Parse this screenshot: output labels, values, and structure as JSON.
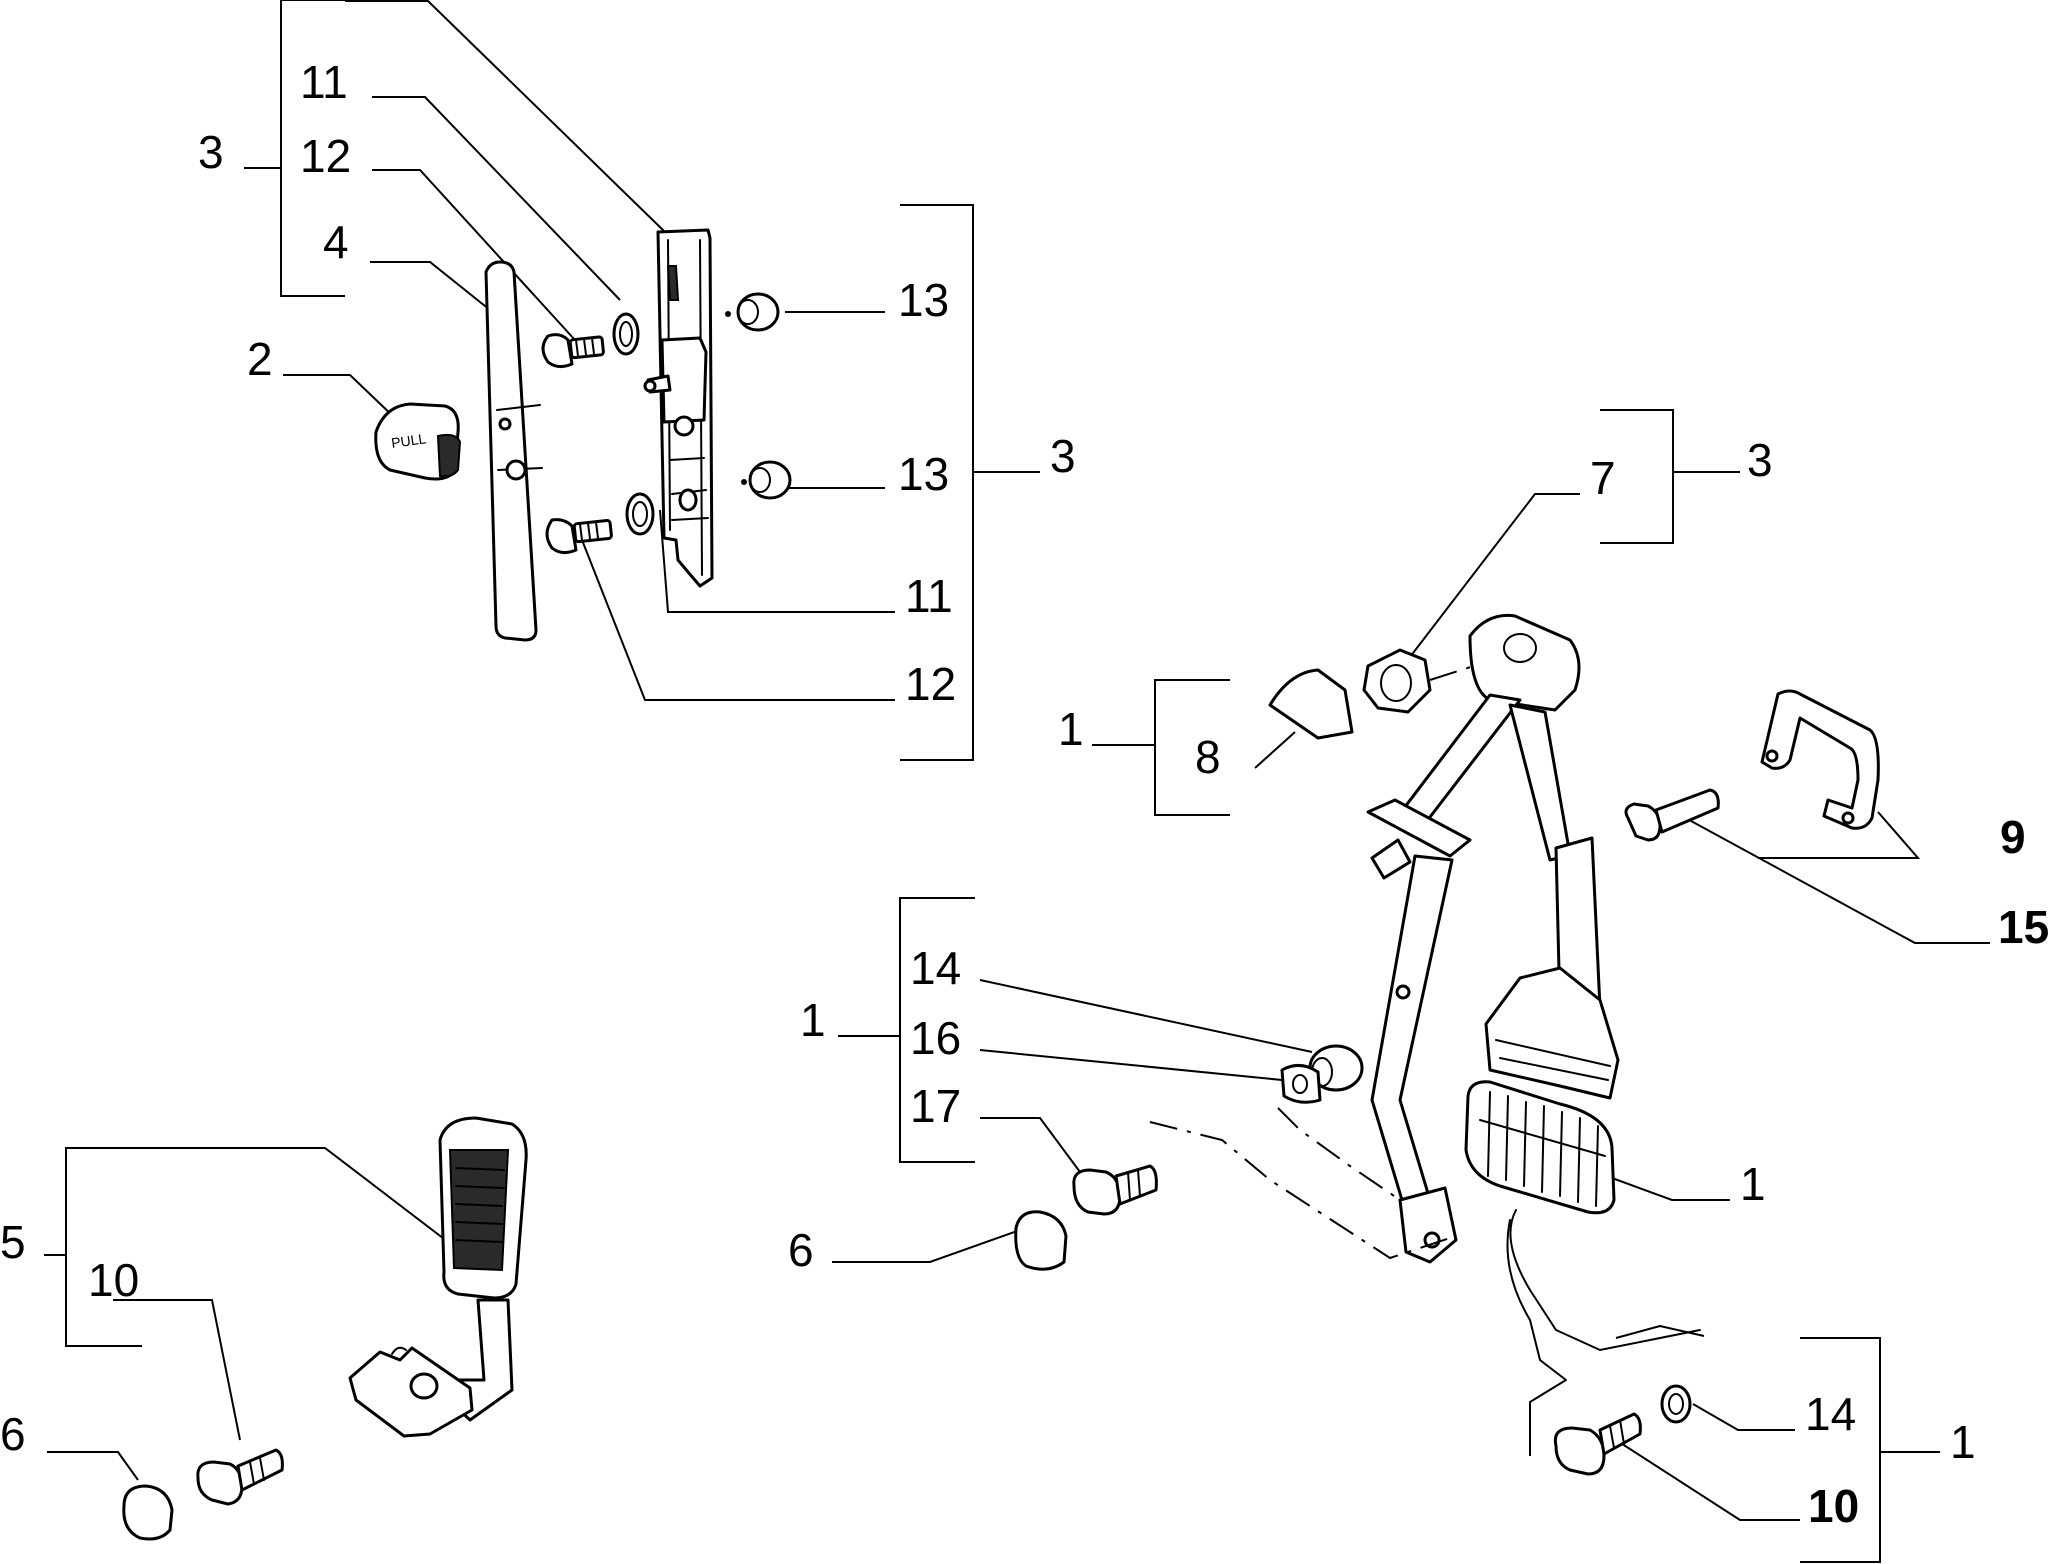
{
  "diagram": {
    "callouts": [
      {
        "id": "c-3-top",
        "text": "3",
        "bold": true
      },
      {
        "id": "c-11-top",
        "text": "11",
        "bold": true
      },
      {
        "id": "c-12-top",
        "text": "12",
        "bold": true
      },
      {
        "id": "c-4",
        "text": "4",
        "bold": true
      },
      {
        "id": "c-2",
        "text": "2",
        "bold": false
      },
      {
        "id": "c-13-a",
        "text": "13",
        "bold": false
      },
      {
        "id": "c-13-b",
        "text": "13",
        "bold": false
      },
      {
        "id": "c-3-mid",
        "text": "3",
        "bold": false
      },
      {
        "id": "c-11-b",
        "text": "11",
        "bold": false
      },
      {
        "id": "c-12-b",
        "text": "12",
        "bold": false
      },
      {
        "id": "c-7",
        "text": "7",
        "bold": false
      },
      {
        "id": "c-3-right",
        "text": "3",
        "bold": false
      },
      {
        "id": "c-1-a",
        "text": "1",
        "bold": false
      },
      {
        "id": "c-8",
        "text": "8",
        "bold": false
      },
      {
        "id": "c-9",
        "text": "9",
        "bold": true
      },
      {
        "id": "c-15",
        "text": "15",
        "bold": true
      },
      {
        "id": "c-14-a",
        "text": "14",
        "bold": false
      },
      {
        "id": "c-1-b",
        "text": "1",
        "bold": false
      },
      {
        "id": "c-16",
        "text": "16",
        "bold": false
      },
      {
        "id": "c-17",
        "text": "17",
        "bold": false
      },
      {
        "id": "c-1-c",
        "text": "1",
        "bold": false
      },
      {
        "id": "c-6-mid",
        "text": "6",
        "bold": false
      },
      {
        "id": "c-5",
        "text": "5",
        "bold": false
      },
      {
        "id": "c-10-a",
        "text": "10",
        "bold": false
      },
      {
        "id": "c-6-left",
        "text": "6",
        "bold": false
      },
      {
        "id": "c-14-b",
        "text": "14",
        "bold": false
      },
      {
        "id": "c-1-d",
        "text": "1",
        "bold": false
      },
      {
        "id": "c-10-b",
        "text": "10",
        "bold": true
      }
    ],
    "knob_text": "PULL"
  }
}
